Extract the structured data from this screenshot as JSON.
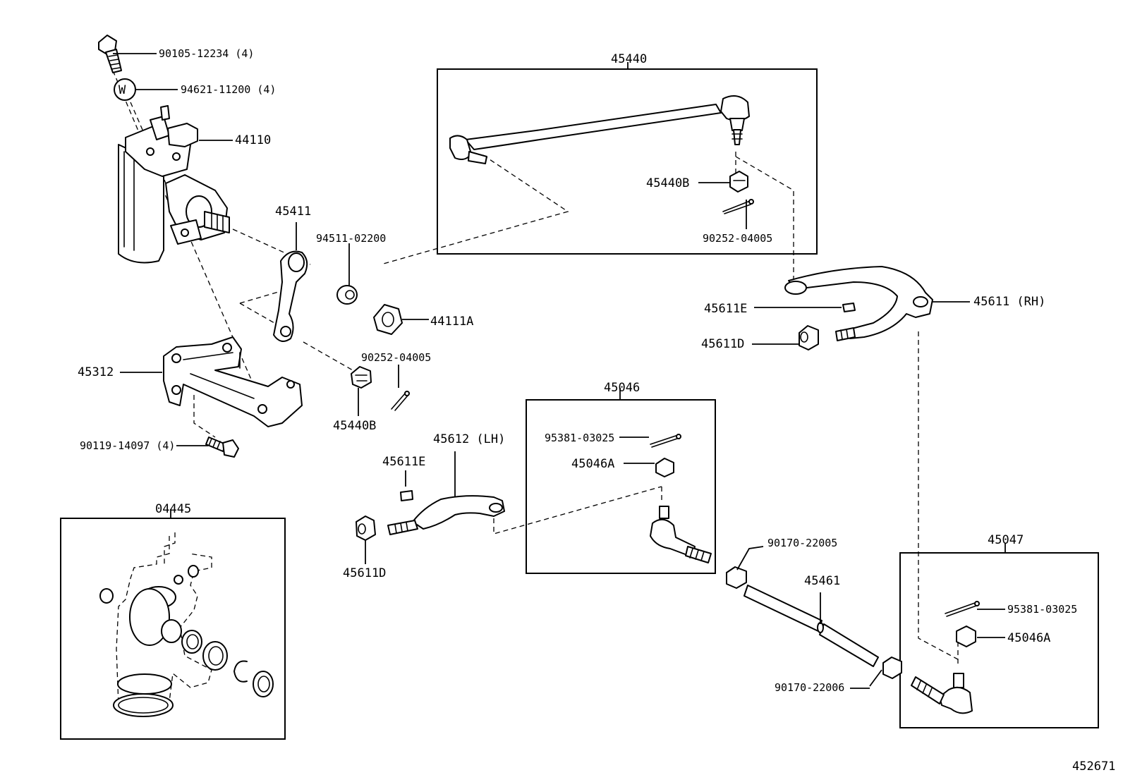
{
  "labels": {
    "bolt_gear": "90105-12234 (4)",
    "washer": "94621-11200 (4)",
    "gear_housing": "44110",
    "pitman_arm": "45411",
    "lock_washer": "94511-02200",
    "nut_44111a": "44111A",
    "bracket": "45312",
    "cotter_pin_left": "90252-04005",
    "nut_45440b_left": "45440B",
    "bolt_bracket": "90119-14097 (4)",
    "knuckle_arm_lh": "45612 (LH)",
    "key_lh": "45611E",
    "nut_45611d_lh": "45611D",
    "tie_rod_end_45046": "45046",
    "cotter_pin_45046": "95381-03025",
    "nut_45046a": "45046A",
    "gasket_kit": "04445",
    "drag_link": "45440",
    "nut_45440b_right": "45440B",
    "cotter_pin_right": "90252-04005",
    "knuckle_arm_rh": "45611 (RH)",
    "key_rh": "45611E",
    "nut_45611d_rh": "45611D",
    "clamp_upper": "90170-22005",
    "tie_rod_tube": "45461",
    "clamp_lower": "90170-22006",
    "tie_rod_end_45047": "45047",
    "cotter_pin_45047": "95381-03025",
    "nut_45046a_right": "45046A",
    "washer_symbol": "W",
    "diagram_number": "452671"
  },
  "icons": {
    "washer_marker": "circled-letter-w"
  },
  "colors": {
    "line": "#000000",
    "background": "#ffffff"
  }
}
